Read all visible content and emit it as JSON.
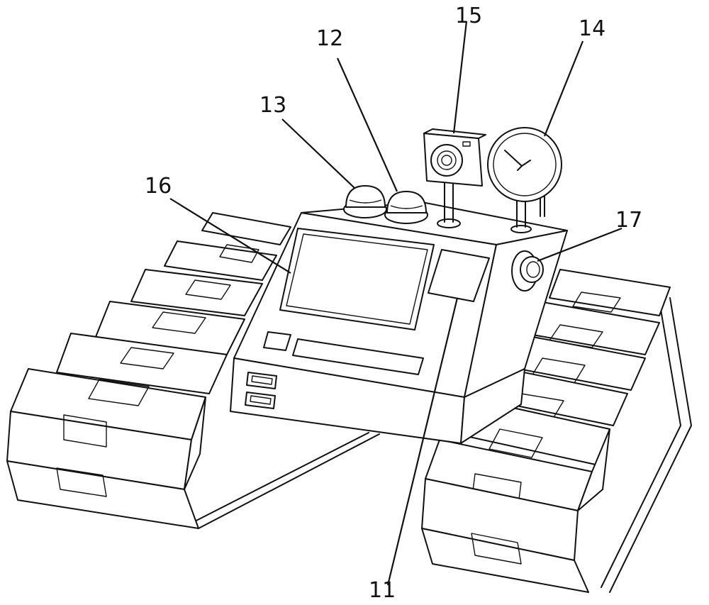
{
  "labels": {
    "l11": "11",
    "l12": "12",
    "l13": "13",
    "l14": "14",
    "l15": "15",
    "l16": "16",
    "l17": "17"
  },
  "icons": [
    "alarm-light-icon",
    "camera-icon",
    "gauge-icon",
    "emergency-button-icon",
    "usb-port-icon"
  ]
}
